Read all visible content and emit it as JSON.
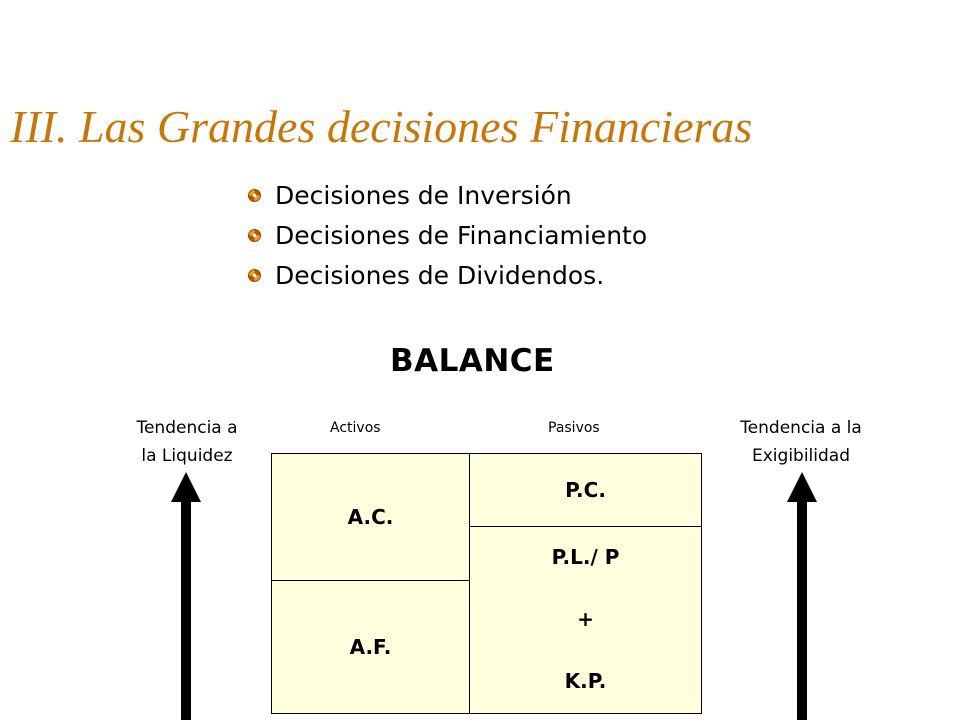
{
  "title": "III. Las Grandes decisiones Financieras",
  "bullets": [
    "Decisiones de Inversión",
    "Decisiones de Financiamiento",
    "Decisiones de Dividendos."
  ],
  "balance": {
    "title": "BALANCE",
    "left_label_line1": "Tendencia a",
    "left_label_line2": "la Liquidez",
    "right_label_line1": "Tendencia a la",
    "right_label_line2": "Exigibilidad",
    "assets_label": "Activos",
    "liabilities_label": "Pasivos",
    "ac": "A.C.",
    "af": "A.F.",
    "pc": "P.C.",
    "pl": "P.L./ P",
    "plus": "+",
    "kp": "K.P.",
    "box_fill": "#FFFFDD"
  },
  "colors": {
    "title": "#C8760A",
    "bullet": "#B55A00"
  }
}
